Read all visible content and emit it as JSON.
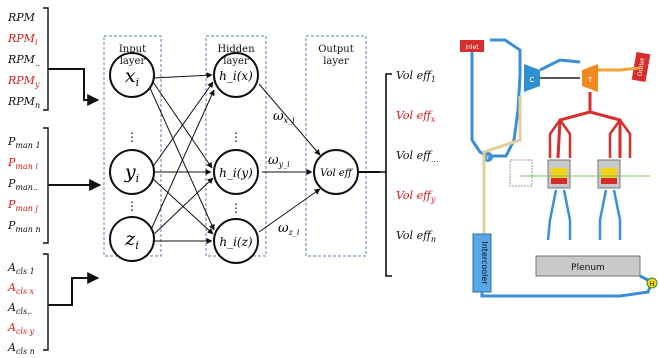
{
  "inputs": {
    "rpm": [
      {
        "base": "RPM",
        "sub": "",
        "red": false
      },
      {
        "base": "RPM",
        "sub": "i",
        "red": true
      },
      {
        "base": "RPM",
        "sub": "..",
        "red": false
      },
      {
        "base": "RPM",
        "sub": "y",
        "red": true
      },
      {
        "base": "RPM",
        "sub": "n",
        "red": false
      }
    ],
    "pman": [
      {
        "base": "P",
        "sub": "man 1",
        "red": false
      },
      {
        "base": "P",
        "sub": "man i",
        "red": true
      },
      {
        "base": "P",
        "sub": "man..",
        "red": false
      },
      {
        "base": "P",
        "sub": "man j",
        "red": true
      },
      {
        "base": "P",
        "sub": "man n",
        "red": false
      }
    ],
    "acls": [
      {
        "base": "A",
        "sub": "cls 1",
        "red": false
      },
      {
        "base": "A",
        "sub": "cls x",
        "red": true
      },
      {
        "base": "A",
        "sub": "cls..",
        "red": false
      },
      {
        "base": "A",
        "sub": "cls y",
        "red": true
      },
      {
        "base": "A",
        "sub": "cls n",
        "red": false
      }
    ]
  },
  "layers": {
    "input": "Input\nlayer",
    "hidden": "Hidden\nlayer",
    "output": "Output\nlayer"
  },
  "nodes": {
    "input": [
      "x",
      "y",
      "z"
    ],
    "input_sub": "i",
    "hidden": [
      "h_i(x)",
      "h_i(y)",
      "h_i(z)"
    ],
    "output": "Vol eff",
    "dots": "⋮"
  },
  "weights": [
    {
      "base": "ω",
      "sub": "x_i"
    },
    {
      "base": "ω",
      "sub": "y_i"
    },
    {
      "base": "ω",
      "sub": "z_i"
    }
  ],
  "outputs": [
    {
      "base": "Vol eff",
      "sub": "1",
      "red": false
    },
    {
      "base": "Vol eff",
      "sub": "x",
      "red": true
    },
    {
      "base": "Vol eff",
      "sub": "...",
      "red": false
    },
    {
      "base": "Vol eff",
      "sub": "y",
      "red": true
    },
    {
      "base": "Vol eff",
      "sub": "n",
      "red": false
    }
  ],
  "engine": {
    "inlet": "Inlet",
    "outlet": "Outlet",
    "compressor": "C",
    "turbine": "T",
    "filter": "F",
    "intercooler": "Intercooler",
    "plenum": "Plenum",
    "heat": "H"
  },
  "colors": {
    "red_text": "#d11c1c",
    "dashed_box": "#5b7fae",
    "pipe_blue": "#3a8fd6",
    "pipe_red": "#d62d2d",
    "pipe_tan": "#e3cf9b",
    "pipe_orange": "#f2a23a",
    "compressor": "#2f8fd0",
    "turbine": "#f08a1f",
    "inlet_red": "#d62d2d"
  }
}
